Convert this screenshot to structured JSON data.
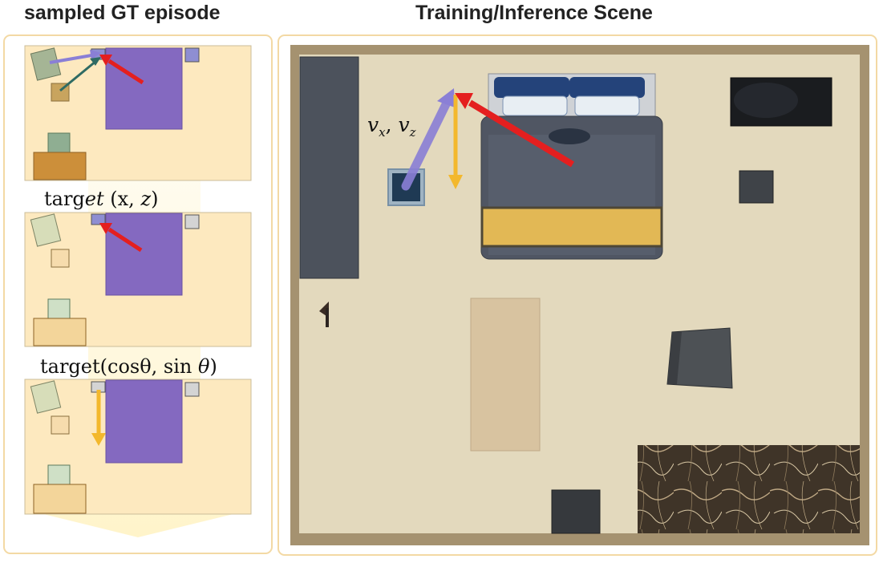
{
  "left_panel": {
    "title": "sampled GT episode",
    "caption_position": {
      "prefix": "targ",
      "italic": "et",
      "coords_open": " (x, ",
      "coords_z": "z",
      "coords_close": ")"
    },
    "caption_orientation": {
      "prefix": "target(cosθ, sin ",
      "theta": "θ",
      "close": ")"
    }
  },
  "right_panel": {
    "title": "Training/Inference Scene",
    "velocity_label": {
      "vx_base": "v",
      "vx_sub": "x",
      "sep": ", ",
      "vz_base": "v",
      "vz_sub": "z"
    }
  },
  "colors": {
    "panel_fill": "#fde9bf",
    "bed_purple": "#8469c0",
    "red_arrow": "#e41f1f",
    "yellow_arrow": "#f3b82d",
    "purple_arrow": "#8a7fd6",
    "teal_arrow": "#2f6b63",
    "floor": "#e3d9bd",
    "wall": "#a59270"
  }
}
